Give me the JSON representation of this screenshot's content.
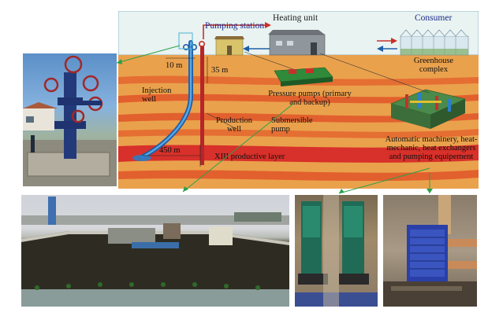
{
  "labels": {
    "pumping_station": "Pumping station",
    "heating_unit": "Heating unit",
    "consumer": "Consumer",
    "greenhouse": "Greenhouse complex",
    "depth_10m": "10 m",
    "depth_35m": "35 m",
    "injection_well": "Injection well",
    "production_well": "Production well",
    "distance_450m": "450 m",
    "pressure_pumps": "Pressure pumps (primary and backup)",
    "submersible_pump": "Submersible pump",
    "productive_layer": "XIII productive layer",
    "automatic_machinery": "Automatic machinery, heat-mechanic, heat exchangers and pumping equipement"
  },
  "colors": {
    "sky": "#e8f2f0",
    "ground": "#e89a45",
    "band_dark": "#e05a2a",
    "productive_layer": "#d8302a",
    "injection_pipe": "#2a7fc8",
    "production_pipe": "#c8302a",
    "callout_line": "#2aa14a"
  }
}
